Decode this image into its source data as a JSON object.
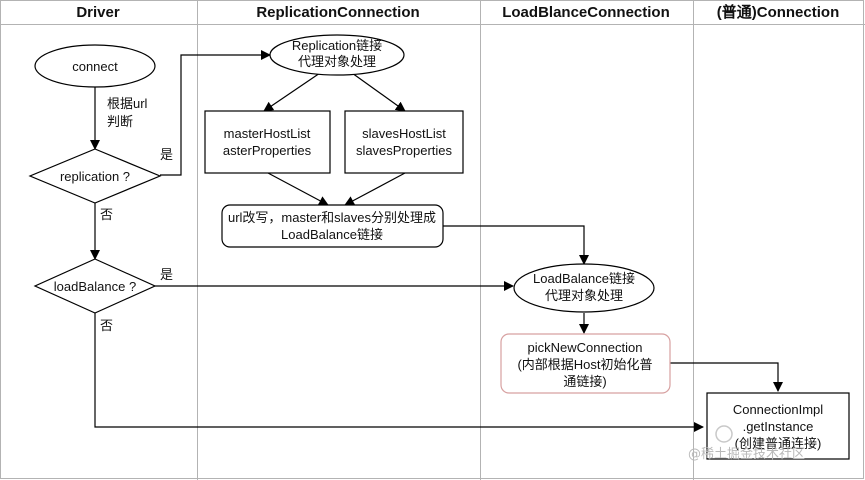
{
  "lanes": {
    "driver": "Driver",
    "replication": "ReplicationConnection",
    "loadbalance": "LoadBlanceConnection",
    "normal": "(普通)Connection"
  },
  "nodes": {
    "connect": "connect",
    "replication_decision": "replication ?",
    "loadbalance_decision": "loadBalance ?",
    "replication_proxy": [
      "Replication链接",
      "代理对象处理"
    ],
    "master_hosts": [
      "masterHostList",
      "asterProperties"
    ],
    "slaves_hosts": [
      "slavesHostList",
      "slavesProperties"
    ],
    "url_rewrite": [
      "url改写，master和slaves分别处理成",
      "LoadBalance链接"
    ],
    "loadbalance_proxy": [
      "LoadBalance链接",
      "代理对象处理"
    ],
    "pick_new_connection": [
      "pickNewConnection",
      "(内部根据Host初始化普",
      "通链接)"
    ],
    "connection_impl": [
      "ConnectionImpl",
      ".getInstance",
      "(创建普通连接)"
    ]
  },
  "edges": {
    "judge_by_url": [
      "根据url",
      "判断"
    ],
    "yes": "是",
    "no": "否"
  },
  "watermark": {
    "line1": "@稀土掘金技术社区"
  }
}
